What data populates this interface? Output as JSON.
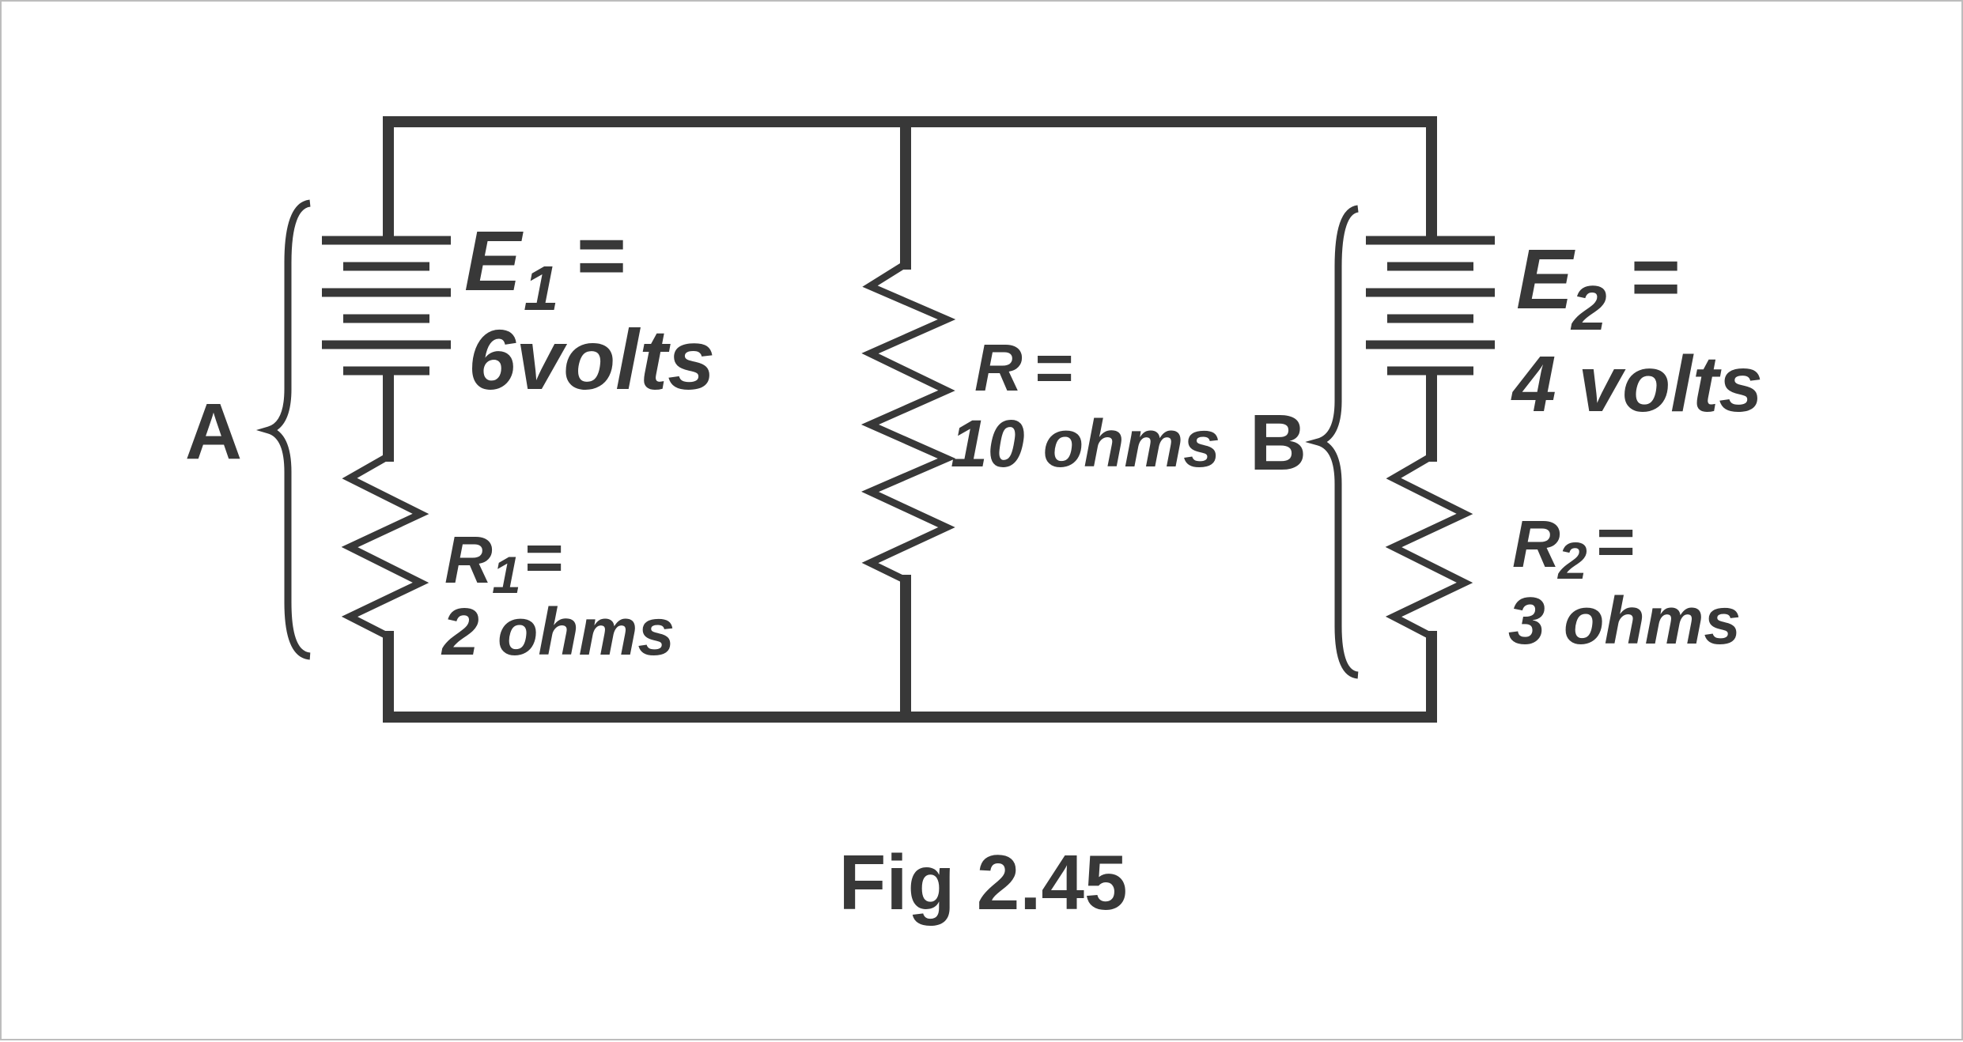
{
  "figure": {
    "caption": "Fig 2.45",
    "node_a": "A",
    "node_b": "B"
  },
  "source_e1": {
    "symbol": "E",
    "subscript": "1",
    "equals": "=",
    "value": "6volts"
  },
  "source_e2": {
    "symbol": "E",
    "subscript": "2",
    "equals": "=",
    "value": "4 volts"
  },
  "resistor_r": {
    "symbol": "R",
    "equals": "=",
    "value": "10 ohms"
  },
  "resistor_r1": {
    "symbol": "R",
    "subscript": "1",
    "equals": "=",
    "value": "2 ohms"
  },
  "resistor_r2": {
    "symbol": "R",
    "subscript": "2",
    "equals": "=",
    "value": "3 ohms"
  }
}
